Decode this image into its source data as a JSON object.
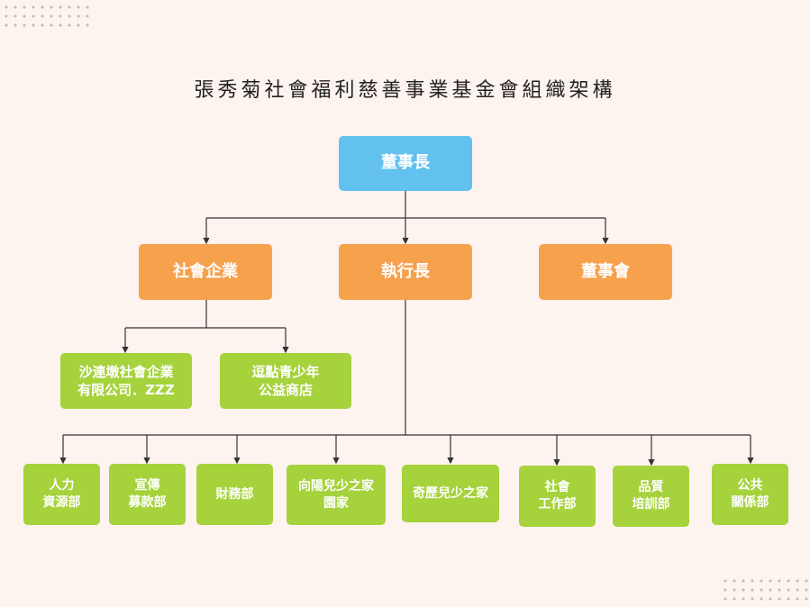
{
  "title": "張秀菊社會福利慈善事業基金會組織架構",
  "colors": {
    "background": "#fdf3ef",
    "top_level": "#62c1ee",
    "second_level": "#f6a14c",
    "third_level": "#a6d23c",
    "line": "#333333"
  },
  "nodes": {
    "chairman": {
      "label": "董事長"
    },
    "social_enterprise": {
      "label": "社會企業"
    },
    "ceo": {
      "label": "執行長"
    },
    "board": {
      "label": "董事會"
    },
    "sha_lian_dun": {
      "line1": "沙連墩社會企業",
      "line2": "有限公司．ZZZ"
    },
    "dou_dian": {
      "line1": "逗點青少年",
      "line2": "公益商店"
    },
    "hr": {
      "line1": "人力",
      "line2": "資源部"
    },
    "pr_fundraising": {
      "line1": "宣傳",
      "line2": "募款部"
    },
    "finance": {
      "line1": "財務部"
    },
    "xiangyang": {
      "line1": "向陽兒少之家",
      "line2": "園家"
    },
    "qili": {
      "line1": "奇歷兒少之家"
    },
    "social_work": {
      "line1": "社會",
      "line2": "工作部"
    },
    "quality_training": {
      "line1": "品質",
      "line2": "培訓部"
    },
    "public_relations": {
      "line1": "公共",
      "line2": "關係部"
    }
  }
}
